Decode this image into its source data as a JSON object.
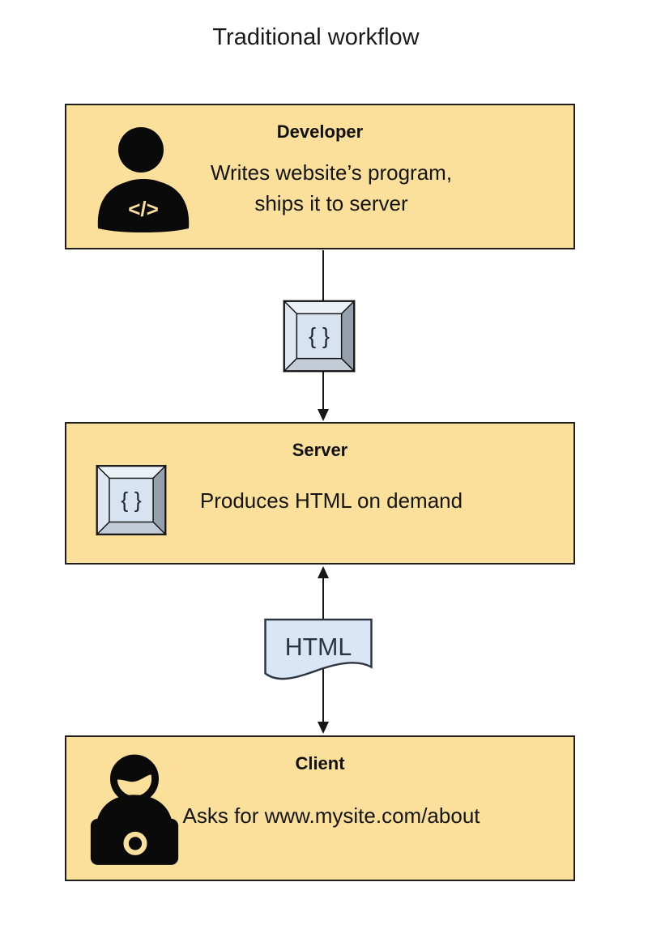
{
  "title": "Traditional workflow",
  "nodes": {
    "developer": {
      "title": "Developer",
      "description": "Writes website’s program,\nships it to server",
      "icon": "developer-code-icon"
    },
    "server": {
      "title": "Server",
      "description": "Produces HTML on demand",
      "icon": "code-keycap-icon"
    },
    "client": {
      "title": "Client",
      "description": "Asks for www.mysite.com/about",
      "icon": "person-laptop-icon"
    }
  },
  "connectors": {
    "dev_to_server": {
      "from": "Developer",
      "to": "Server",
      "symbol": "code-keycap-icon",
      "symbol_label": "{ }",
      "arrowheads": "down"
    },
    "server_to_client": {
      "from": "Server",
      "to": "Client",
      "symbol": "document-shape",
      "symbol_label": "HTML",
      "arrowheads": "both"
    }
  },
  "glyphs": {
    "braces": "{ }",
    "code": "</>"
  },
  "colors": {
    "background": "#FFFFFF",
    "box_fill": "#FBE09C",
    "box_border": "#1F1F1F",
    "text": "#111111",
    "arrow": "#161616",
    "icon_black": "#0A0A0A",
    "keycap_face": "#D7E3F1",
    "keycap_bevel_top": "#ECF1F8",
    "keycap_bevel_left": "#DDE6F1",
    "keycap_bevel_right": "#95A0AD",
    "keycap_bevel_bottom": "#C2CBD6",
    "document_fill": "#D8E6F5",
    "document_border": "#2E3440"
  }
}
